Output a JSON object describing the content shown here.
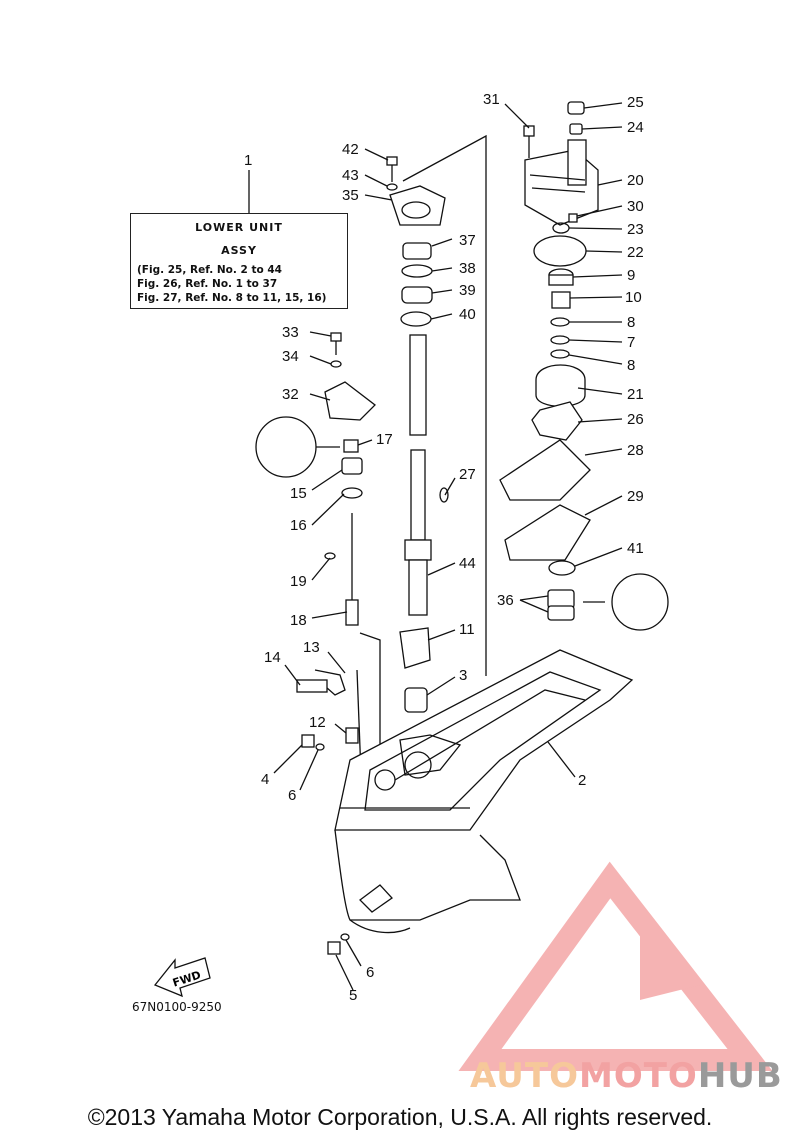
{
  "info_box": {
    "ref": "1",
    "line1": "LOWER UNIT",
    "line2": "ASSY",
    "refs": [
      "(Fig. 25, Ref. No. 2 to 44",
      " Fig. 26, Ref. No. 1 to 37",
      " Fig. 27, Ref. No. 8 to 11, 15, 16)"
    ]
  },
  "callouts": {
    "c2": "2",
    "c3": "3",
    "c4": "4",
    "c5": "5",
    "c6a": "6",
    "c6b": "6",
    "c7": "7",
    "c8a": "8",
    "c8b": "8",
    "c9": "9",
    "c10": "10",
    "c11": "11",
    "c12": "12",
    "c13": "13",
    "c14": "14",
    "c15": "15",
    "c16": "16",
    "c17": "17",
    "c18": "18",
    "c19": "19",
    "c20": "20",
    "c21": "21",
    "c22": "22",
    "c23": "23",
    "c24": "24",
    "c25": "25",
    "c26": "26",
    "c27": "27",
    "c28": "28",
    "c29": "29",
    "c30": "30",
    "c31": "31",
    "c32": "32",
    "c33": "33",
    "c34": "34",
    "c35": "35",
    "c36": "36",
    "c37": "37",
    "c38": "38",
    "c39": "39",
    "c40": "40",
    "c41": "41",
    "c42": "42",
    "c43": "43",
    "c44": "44"
  },
  "fwd_label": "FWD",
  "diagram_code": "67N0100-9250",
  "watermark": {
    "part1": "AUTO",
    "part2": "MOTO",
    "part3": "HUB",
    "logo": "automotohub-triangle-logo"
  },
  "copyright": "©2013 Yamaha Motor Corporation, U.S.A. All rights reserved.",
  "colors": {
    "line": "#111111",
    "watermark_red": "#f29a9a",
    "watermark_orange": "#f6c89a",
    "watermark_gray": "#9a9a9a"
  }
}
